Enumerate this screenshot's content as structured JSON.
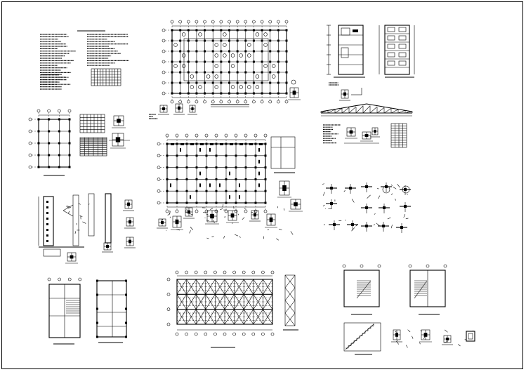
{
  "sheet": {
    "background": "#ffffff",
    "line_color": "#000000"
  },
  "drawings": [
    {
      "id": "general-notes",
      "kind": "notes-and-table"
    },
    {
      "id": "plan-top-center",
      "kind": "column-grid-plan"
    },
    {
      "id": "elevations-top-right",
      "kind": "elevation-pair"
    },
    {
      "id": "small-plan-left",
      "kind": "column-grid-plan"
    },
    {
      "id": "detail-tables-left",
      "kind": "schedule-tables"
    },
    {
      "id": "plan-center",
      "kind": "column-grid-plan"
    },
    {
      "id": "truss-right",
      "kind": "truss-elevation"
    },
    {
      "id": "section-left",
      "kind": "wall-section"
    },
    {
      "id": "connection-details-right",
      "kind": "details"
    },
    {
      "id": "stair-plans-left",
      "kind": "stair-plan"
    },
    {
      "id": "roof-bracing-plan",
      "kind": "bracing-plan"
    },
    {
      "id": "stair-details-right",
      "kind": "stair-details"
    }
  ]
}
